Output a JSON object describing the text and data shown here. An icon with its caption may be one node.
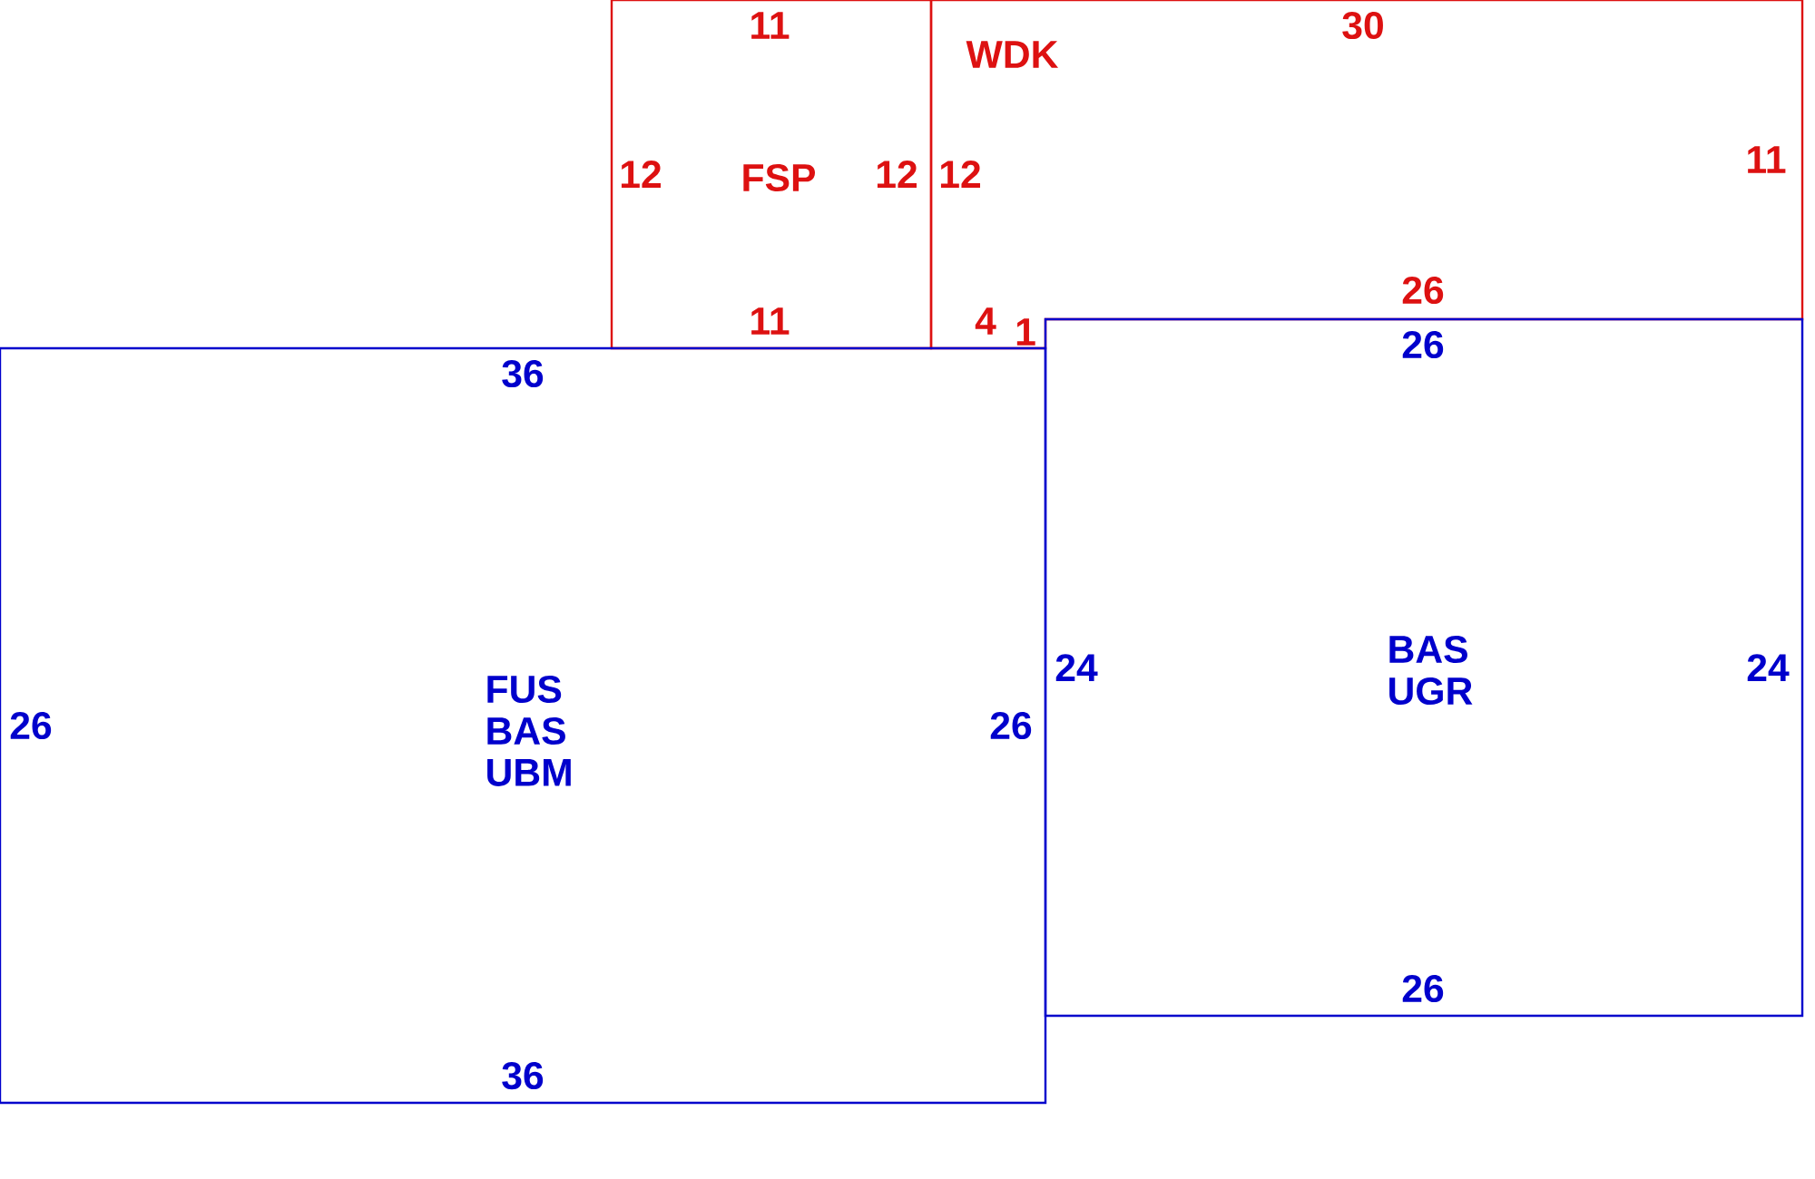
{
  "diagram": {
    "nodes": [
      {
        "text": [
          "FSP"
        ]
      },
      {
        "text": [
          "WDK"
        ]
      },
      {
        "text": [
          "FUS",
          "BAS",
          "UBM"
        ]
      },
      {
        "text": [
          "BAS",
          "UGR"
        ]
      }
    ],
    "edges": [],
    "labels": [
      "11",
      "30",
      "11",
      "12",
      "12",
      "12",
      "26",
      "11",
      "4",
      "1",
      "26",
      "36",
      "24",
      "24",
      "26",
      "26",
      "26",
      "36"
    ]
  }
}
